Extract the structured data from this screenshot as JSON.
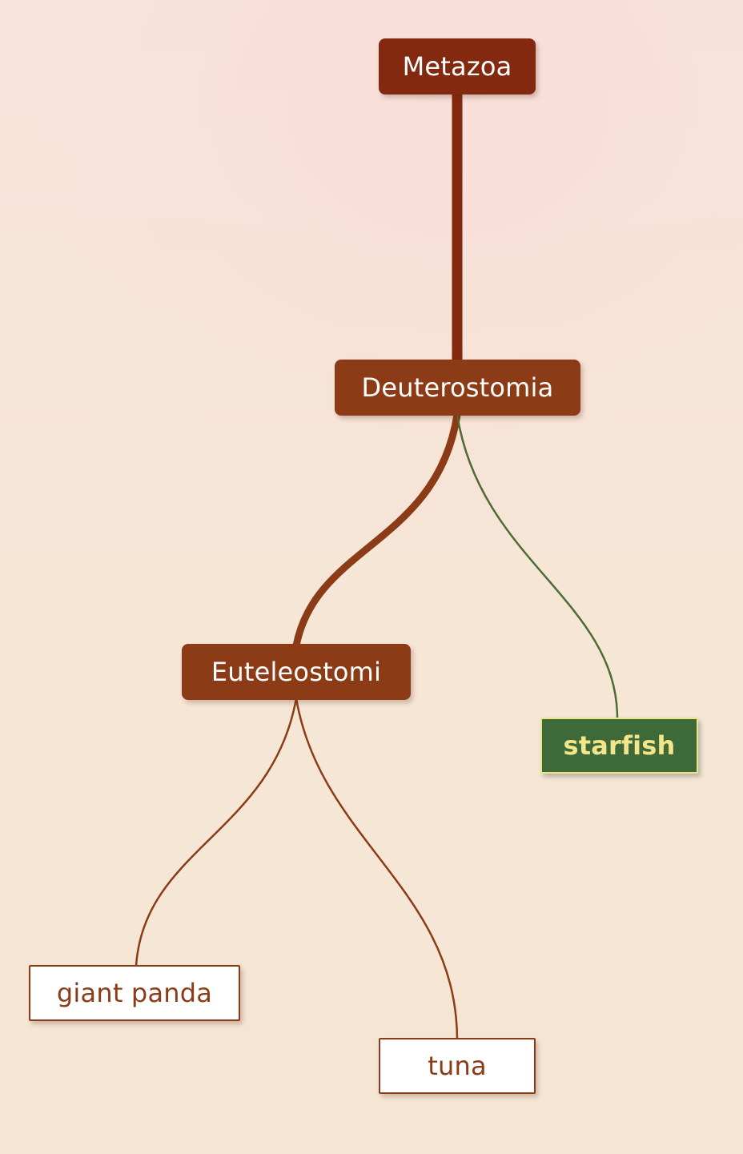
{
  "tree": {
    "nodes": [
      {
        "id": "metazoa",
        "label": "Metazoa",
        "kind": "root"
      },
      {
        "id": "deuterostomia",
        "label": "Deuterostomia",
        "kind": "internal"
      },
      {
        "id": "euteleostomi",
        "label": "Euteleostomi",
        "kind": "internal"
      },
      {
        "id": "starfish",
        "label": "starfish",
        "kind": "highlighted-leaf"
      },
      {
        "id": "giant-panda",
        "label": "giant panda",
        "kind": "leaf"
      },
      {
        "id": "tuna",
        "label": "tuna",
        "kind": "leaf"
      }
    ],
    "edges": [
      {
        "from": "metazoa",
        "to": "deuterostomia"
      },
      {
        "from": "deuterostomia",
        "to": "euteleostomi"
      },
      {
        "from": "deuterostomia",
        "to": "starfish"
      },
      {
        "from": "euteleostomi",
        "to": "giant-panda"
      },
      {
        "from": "euteleostomi",
        "to": "tuna"
      }
    ]
  },
  "colors": {
    "root_fill": "#82290f",
    "internal_fill": "#8b3c16",
    "leaf_border": "#8b3c16",
    "highlight_fill": "#3e6a3a",
    "highlight_text": "#f3e58a",
    "highlight_edge": "#4e6b35"
  }
}
